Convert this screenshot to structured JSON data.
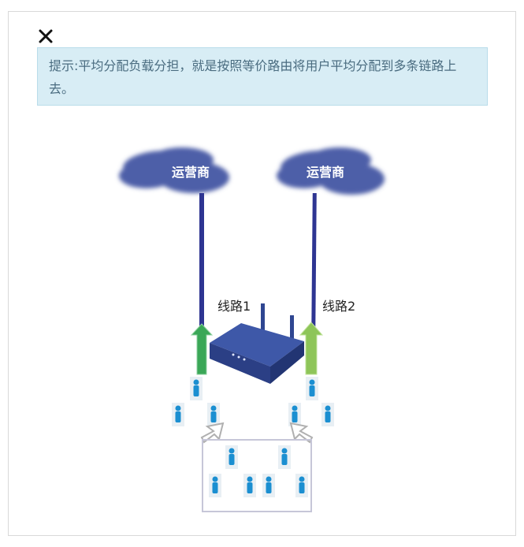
{
  "dialog": {
    "close_icon": "close-icon",
    "hint_text": "提示:平均分配负载分担，就是按照等价路由将用户平均分配到多条链路上去。"
  },
  "diagram": {
    "isp_left_label": "运营商",
    "isp_right_label": "运营商",
    "line1_label": "线路1",
    "line2_label": "线路2",
    "colors": {
      "cloud": "#4d5fa8",
      "cable": "#2e3592",
      "router": "#2f4691",
      "arrow_left": "#3aa757",
      "arrow_right": "#8ec559",
      "user": "#1b8fd1"
    }
  }
}
